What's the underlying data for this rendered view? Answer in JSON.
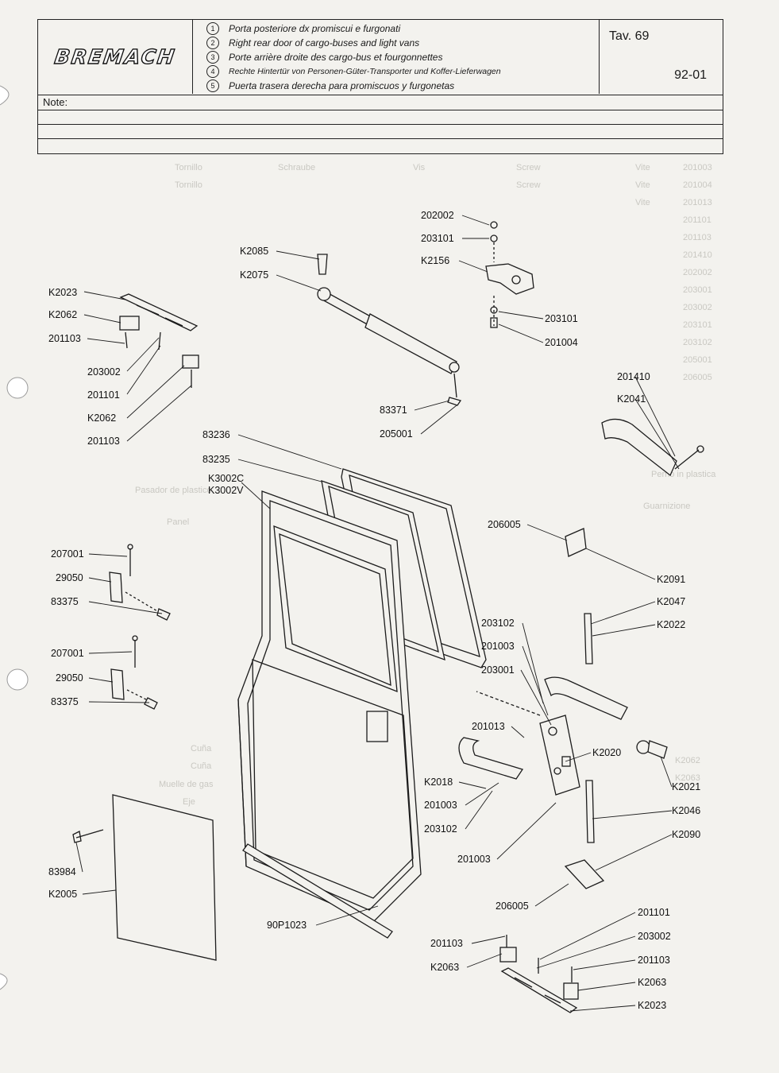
{
  "header": {
    "logo": "BREMACH",
    "titles": [
      {
        "num": "1",
        "text": "Porta posteriore dx promiscui e furgonati"
      },
      {
        "num": "2",
        "text": "Right rear door of cargo-buses and light vans"
      },
      {
        "num": "3",
        "text": "Porte arrière droite des cargo-bus et fourgonnettes"
      },
      {
        "num": "4",
        "text": "Rechte Hintertür von Personen-Güter-Transporter und Koffer-Lieferwagen"
      },
      {
        "num": "5",
        "text": "Puerta trasera derecha para promiscuos y furgonetas"
      }
    ],
    "table": "Tav. 69",
    "code": "92-01"
  },
  "notes": {
    "label": "Note:"
  },
  "part_labels": {
    "k2023_top": "K2023",
    "k2062_top": "K2062",
    "p201103_top": "201103",
    "p203002_l": "203002",
    "p201101_l": "201101",
    "k2062_b": "K2062",
    "p201103_b": "201103",
    "k2085": "K2085",
    "k2075": "K2075",
    "p202002": "202002",
    "p203101_t": "203101",
    "k2156": "K2156",
    "p203101_r": "203101",
    "p201004": "201004",
    "p83371": "83371",
    "p205001": "205001",
    "p201410": "201410",
    "k2041": "K2041",
    "p83236": "83236",
    "p83235": "83235",
    "k3002c": "K3002C",
    "k3002v": "K3002V",
    "p207001_a": "207001",
    "p29050_a": "29050",
    "p83375_a": "83375",
    "p207001_b": "207001",
    "p29050_b": "29050",
    "p83375_b": "83375",
    "p206005_t": "206005",
    "k2091": "K2091",
    "k2047": "K2047",
    "k2022": "K2022",
    "p203102_t": "203102",
    "p201003_t": "201003",
    "p203001": "203001",
    "p201013": "201013",
    "k2020": "K2020",
    "k2018": "K2018",
    "p201003_m": "201003",
    "p203102_m": "203102",
    "k2021": "K2021",
    "k2046": "K2046",
    "k2090": "K2090",
    "p201003_b": "201003",
    "p83984": "83984",
    "k2005": "K2005",
    "p90p1023": "90P1023",
    "p206005_b": "206005",
    "p201101_b": "201101",
    "p203002_b": "203002",
    "p201103_bb": "201103",
    "p201103_r": "201103",
    "k2063_l": "K2063",
    "k2063_r": "K2063",
    "k2023_b": "K2023"
  }
}
